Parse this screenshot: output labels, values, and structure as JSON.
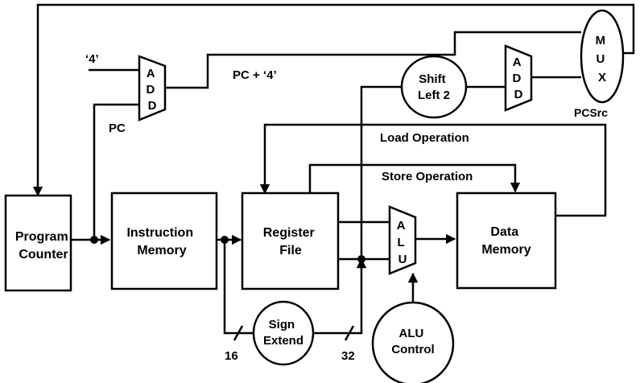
{
  "blocks": {
    "program_counter": [
      "Program",
      "Counter"
    ],
    "instruction_memory": [
      "Instruction",
      "Memory"
    ],
    "register_file": [
      "Register",
      "File"
    ],
    "data_memory": [
      "Data",
      "Memory"
    ],
    "sign_extend": [
      "Sign",
      "Extend"
    ],
    "alu_control": [
      "ALU",
      "Control"
    ],
    "shift_left_2": [
      "Shift",
      "Left 2"
    ],
    "alu": [
      "A",
      "L",
      "U"
    ],
    "add_pc": [
      "A",
      "D",
      "D"
    ],
    "add_branch": [
      "A",
      "D",
      "D"
    ],
    "mux": [
      "M",
      "U",
      "X"
    ]
  },
  "labels": {
    "four": "‘4’",
    "pc": "PC",
    "pc_plus_four": "PC + ‘4’",
    "pcsrc": "PCSrc",
    "load_operation": "Load Operation",
    "store_operation": "Store Operation",
    "width_16": "16",
    "width_32": "32"
  }
}
